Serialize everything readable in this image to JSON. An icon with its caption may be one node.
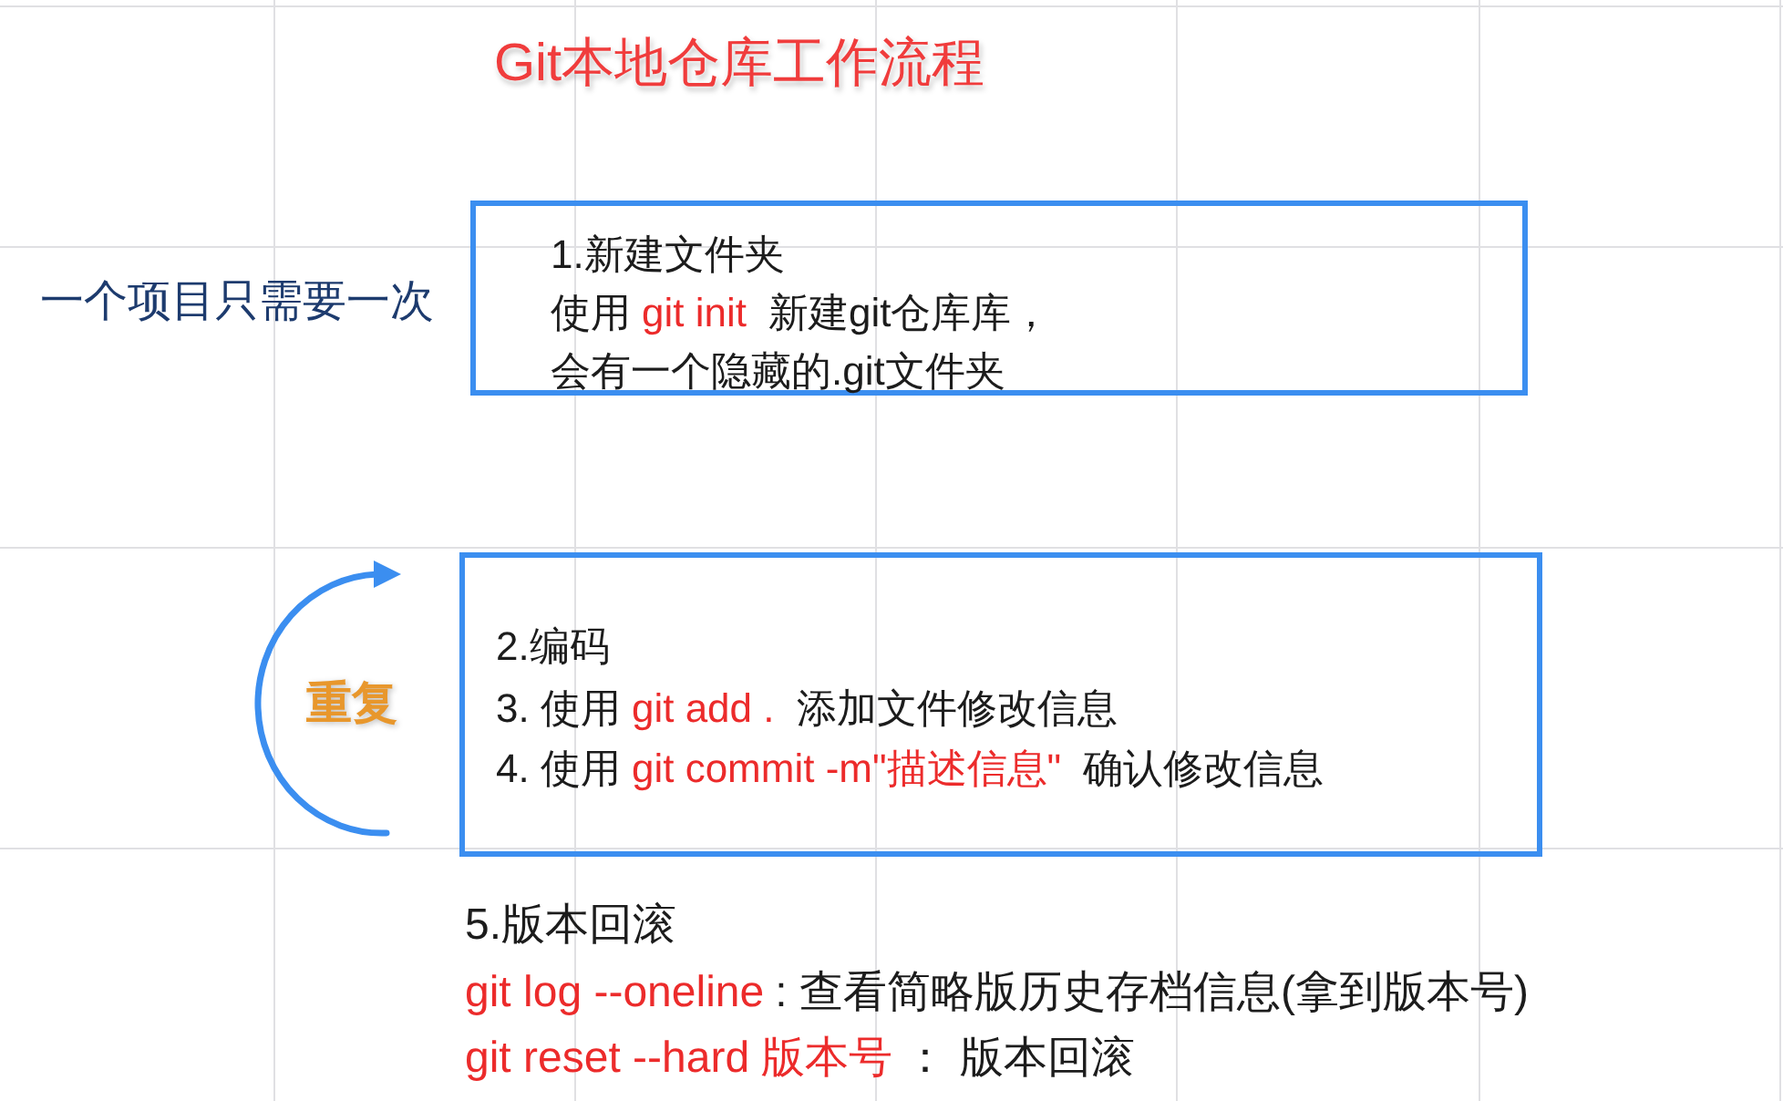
{
  "diagram": {
    "title": "Git本地仓库工作流程",
    "nodes": [
      {
        "text": [
          "1.新建文件夹",
          "使用",
          "git init",
          "新建git仓库库，",
          "会有一个隐藏的.git文件夹"
        ],
        "beside": [
          "一个项目只需要一次"
        ]
      },
      {
        "text": [
          "2.编码",
          "3. 使用",
          "git add .",
          "添加文件修改信息",
          "4. 使用",
          "git commit -m\"描述信息\"",
          "确认修改信息"
        ],
        "beside": [
          "重复"
        ]
      }
    ],
    "labels": [
      "5.版本回滚",
      "git log --oneline",
      ": 查看简略版历史存档信息(拿到版本号)",
      "git reset --hard 版本号",
      "： 版本回滚"
    ]
  }
}
